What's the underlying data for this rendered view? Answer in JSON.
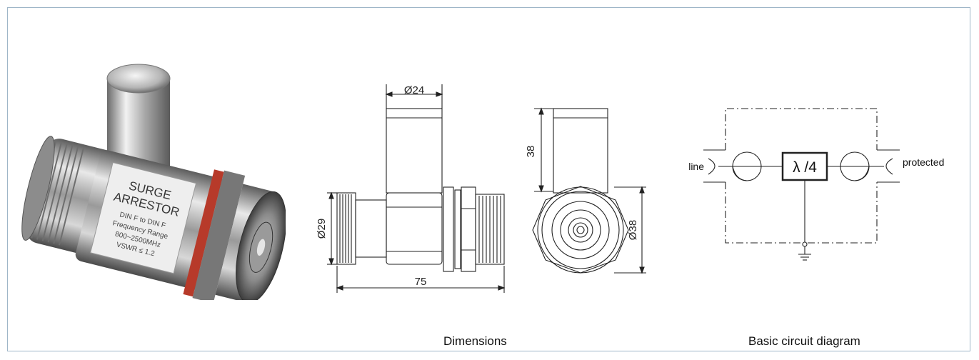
{
  "product_photo": {
    "label_lines": [
      "SURGE",
      "ARRESTOR",
      "DIN F to DIN F",
      "Frequency Range",
      "800~2500MHz",
      "VSWR ≤ 1.2"
    ]
  },
  "dimensions": {
    "caption": "Dimensions",
    "top_diameter": "Ø24",
    "left_diameter": "Ø29",
    "length": "75",
    "height": "38",
    "right_diameter": "Ø38"
  },
  "circuit": {
    "caption": "Basic circuit diagram",
    "left_label": "line",
    "right_label": "protected",
    "element_label": "λ /4"
  }
}
